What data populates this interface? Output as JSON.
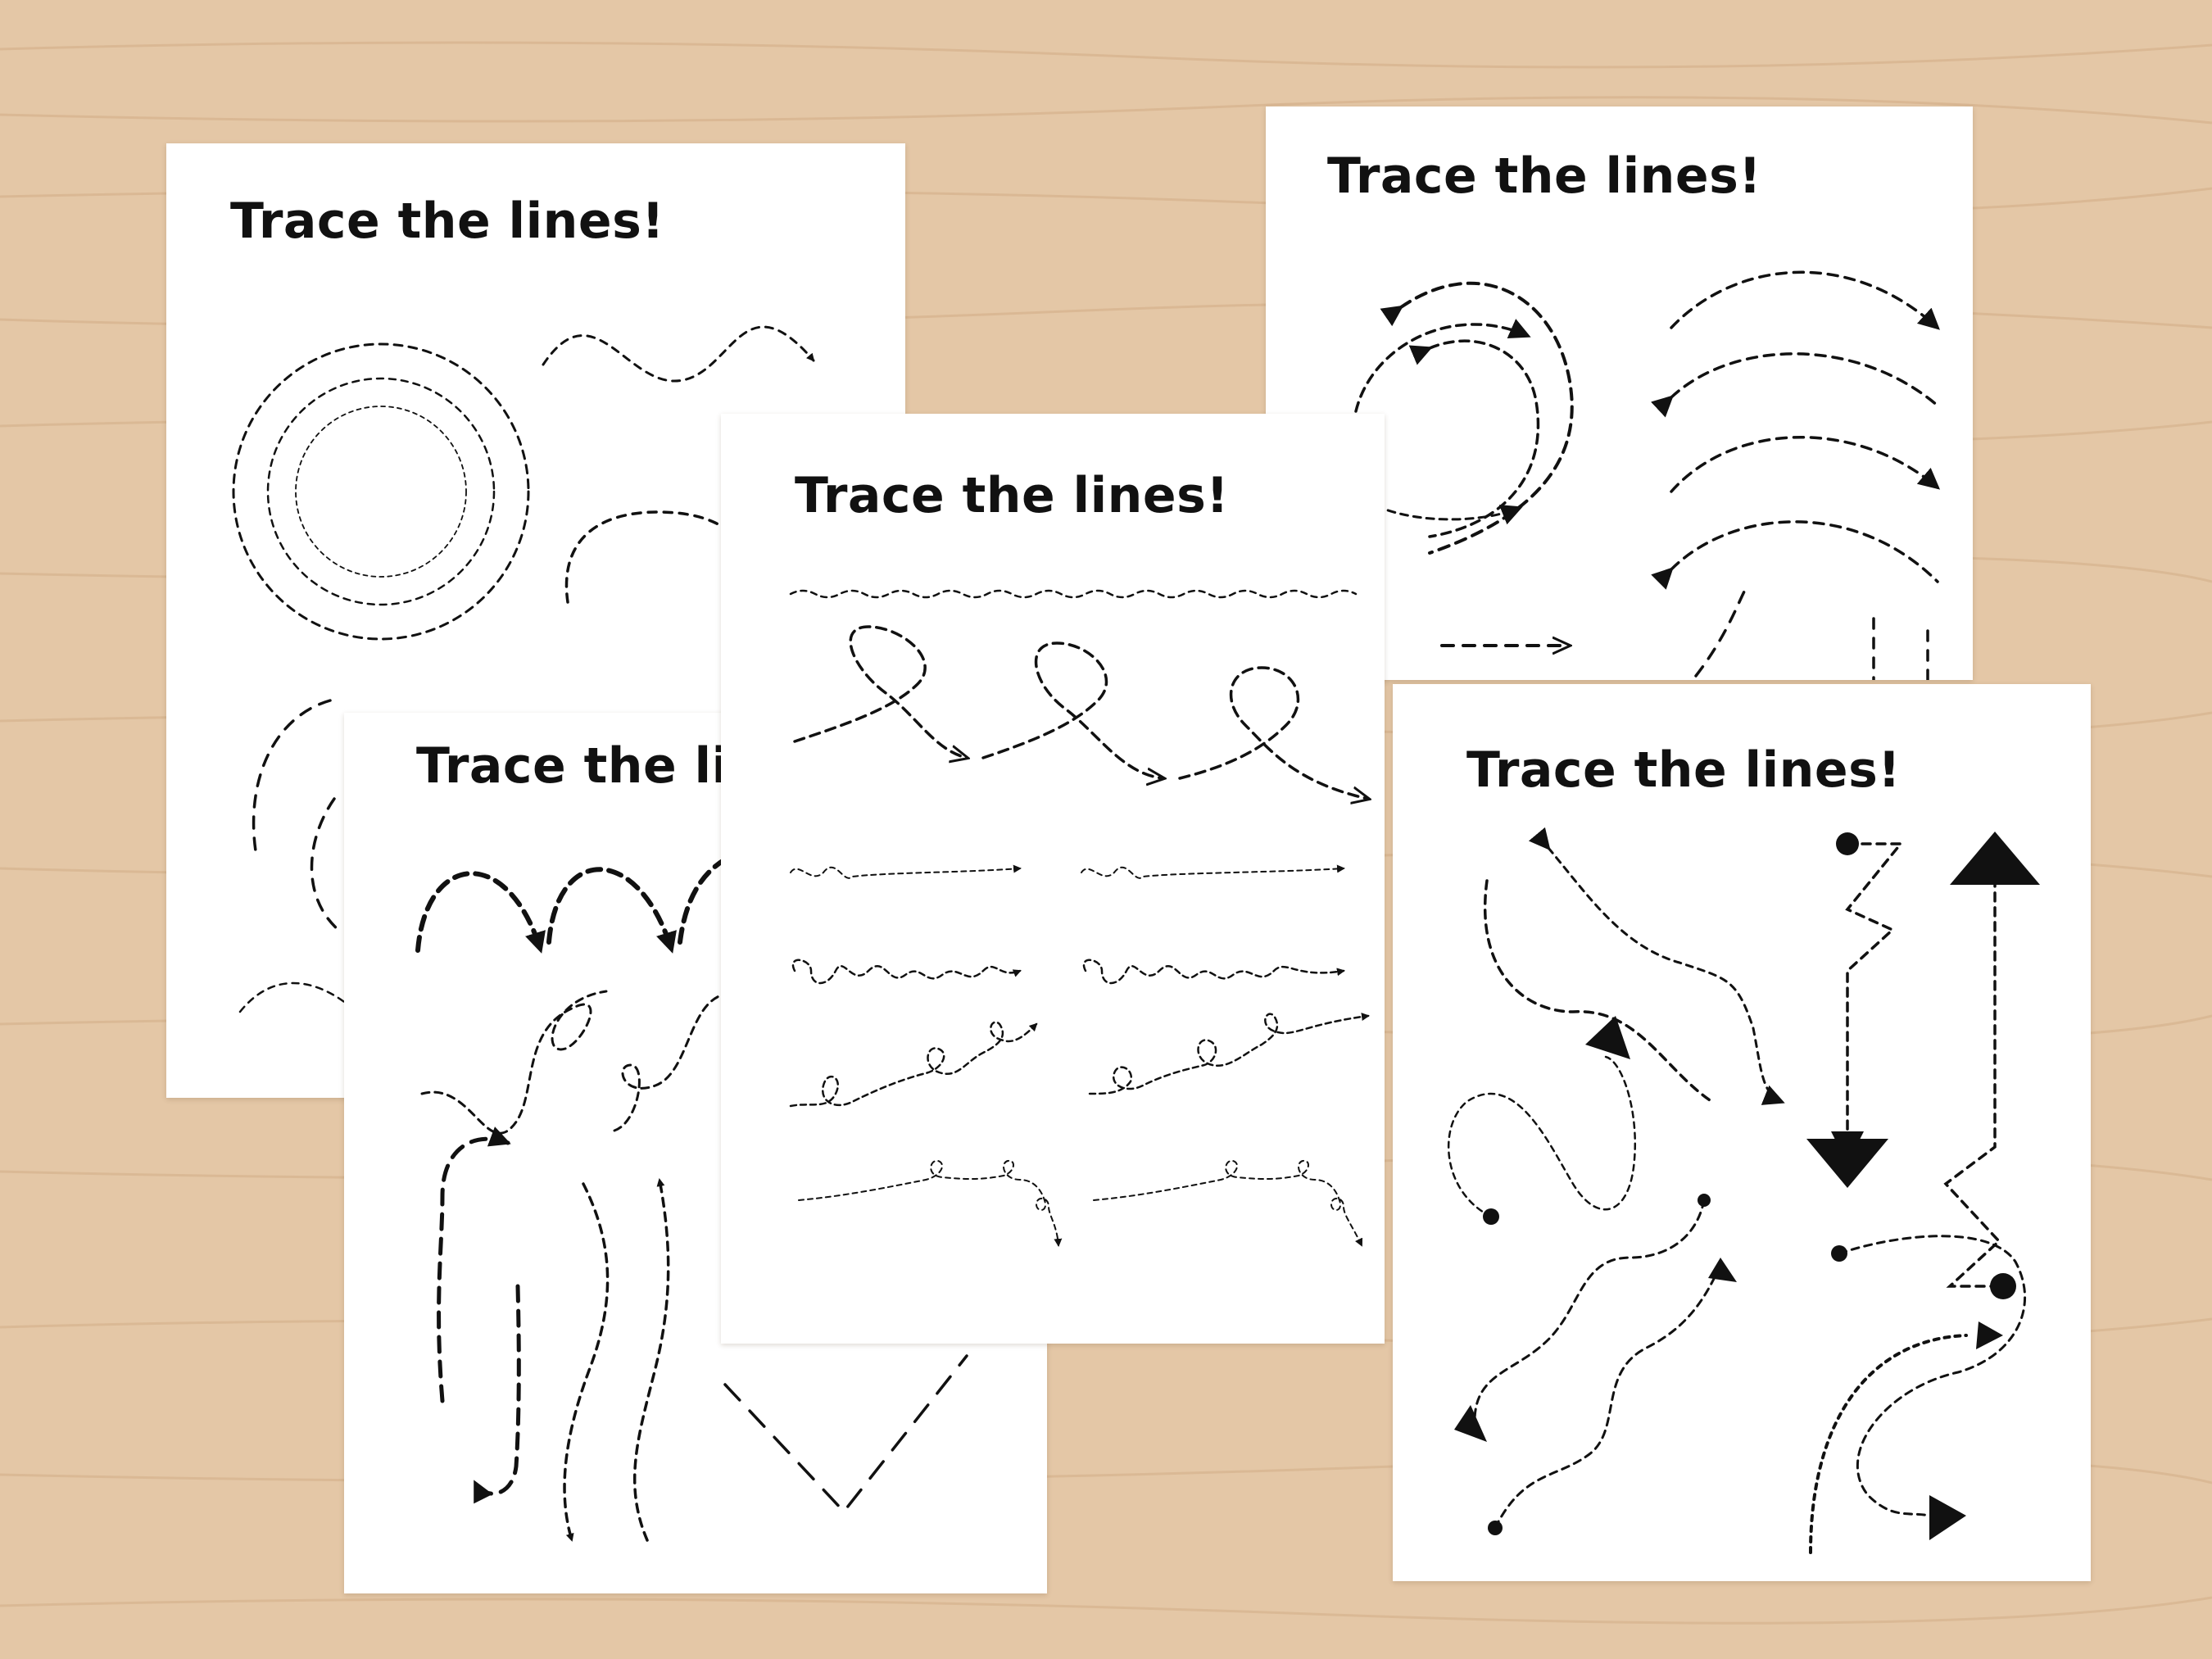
{
  "worksheets": [
    {
      "id": "sheet-a",
      "title": "Trace the lines!"
    },
    {
      "id": "sheet-b",
      "title": "Trace the lines!"
    },
    {
      "id": "sheet-c",
      "title": "Trace the lines!"
    },
    {
      "id": "sheet-d",
      "title": "Trace the lines!"
    },
    {
      "id": "sheet-e",
      "title": "Trace the lines!"
    }
  ],
  "colors": {
    "wood": "#e4c7a6",
    "wood_grain": "#d2ad86",
    "paper": "#ffffff",
    "ink": "#111111"
  }
}
